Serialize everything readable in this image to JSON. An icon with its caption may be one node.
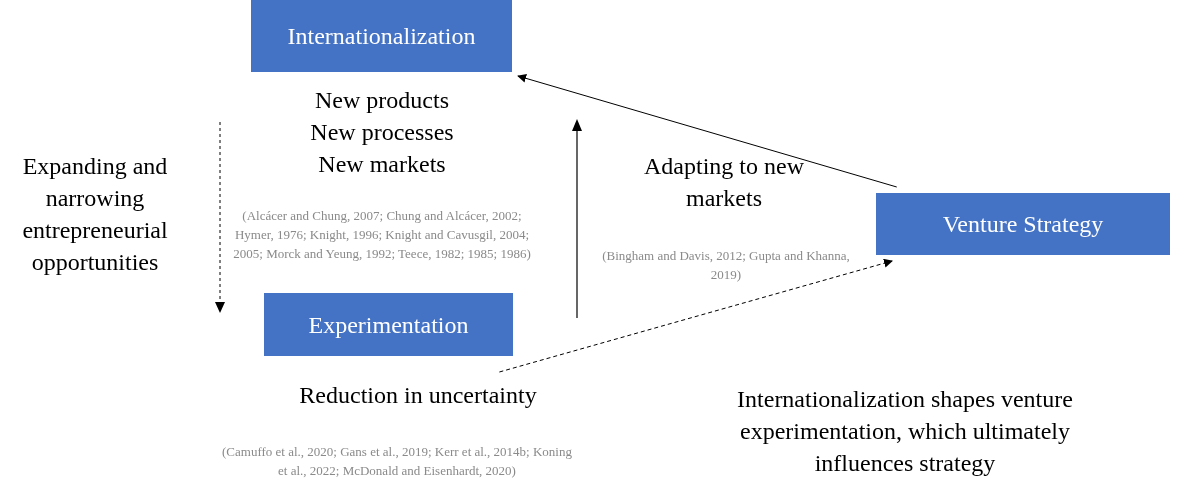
{
  "diagram": {
    "nodes": [
      {
        "text": [
          "Internationalization"
        ]
      },
      {
        "text": [
          "Experimentation"
        ]
      },
      {
        "text": [
          "Venture Strategy"
        ]
      },
      {
        "text": [
          "Reduction in uncertainty"
        ]
      }
    ],
    "edges": [
      {
        "from": 2,
        "to": 0,
        "arrow": "to"
      },
      {
        "from": 3,
        "to": 2,
        "arrow": "to",
        "style": "dashed"
      }
    ],
    "labels": [
      "New products",
      "New processes",
      "New markets",
      "Expanding and narrowing entrepreneurial opportunities",
      "(Alcácer and Chung, 2007; Chung and Alcácer, 2002; Hymer, 1976; Knight, 1996; Knight and Cavusgil, 2004; 2005; Morck and Yeung, 1992; Teece, 1982; 1985; 1986)",
      "Adapting to new markets",
      "(Bingham and Davis, 2012; Gupta and Khanna, 2019)",
      "(Camuffo et al., 2020; Gans et al., 2019; Kerr et al., 2014b; Koning et al., 2022; McDonald and Eisenhardt, 2020)",
      "Internationalization shapes venture experimentation, which ultimately influences strategy"
    ]
  }
}
